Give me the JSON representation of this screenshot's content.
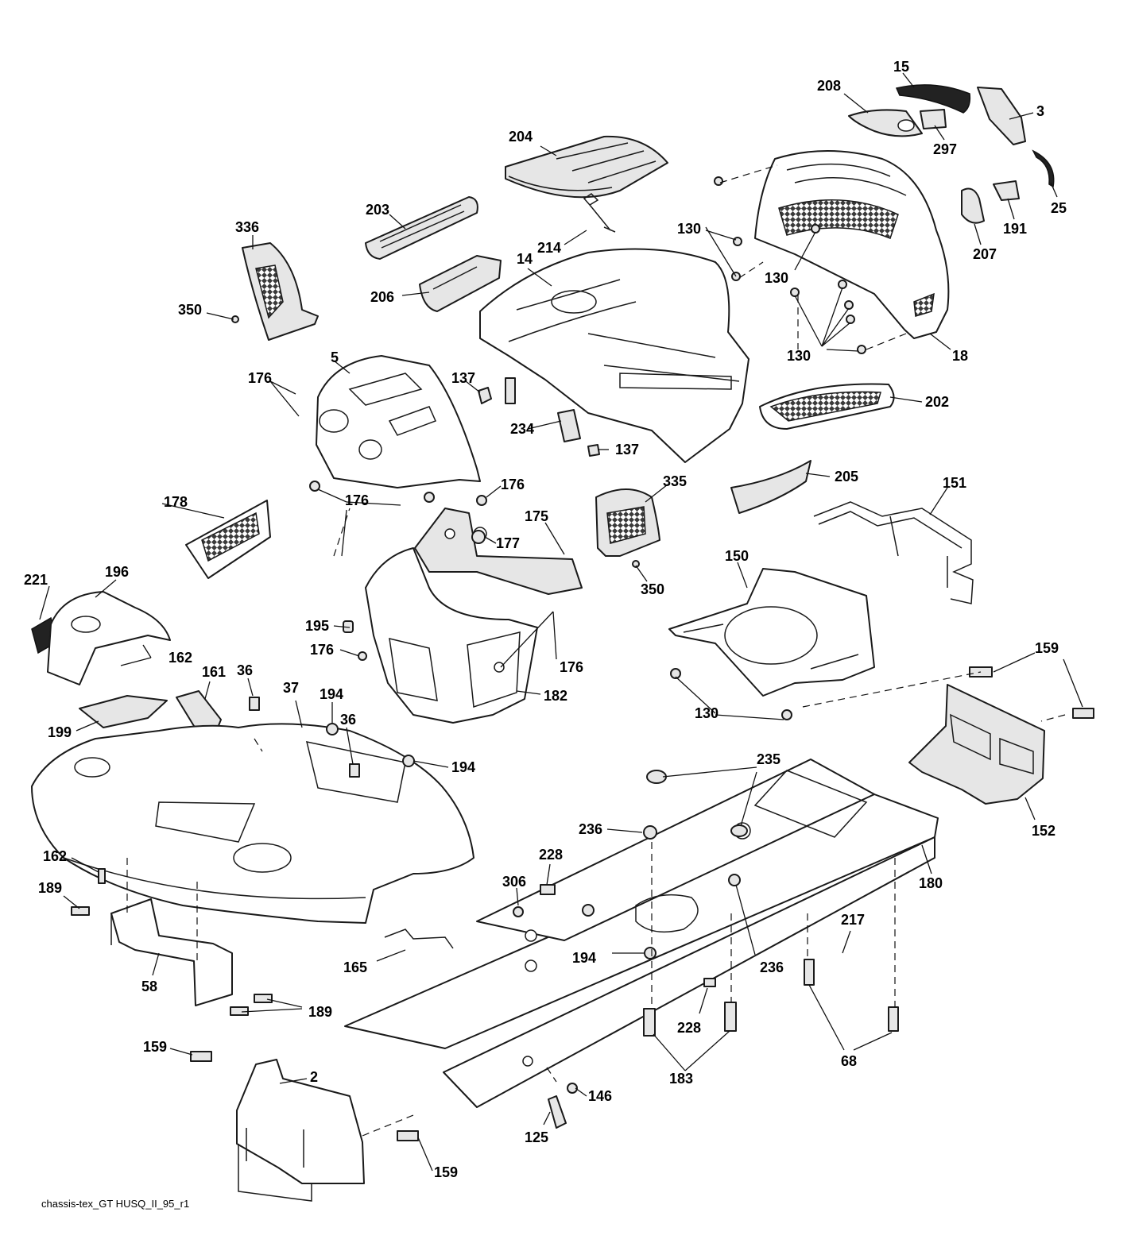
{
  "footer": {
    "code": "chassis-tex_GT HUSQ_II_95_r1"
  },
  "callouts": {
    "c15": "15",
    "c208": "208",
    "c3": "3",
    "c297": "297",
    "c25": "25",
    "c191": "191",
    "c207": "207",
    "c204": "204",
    "c203": "203",
    "c336": "336",
    "c350a": "350",
    "c214": "214",
    "c14": "14",
    "c206": "206",
    "c130a": "130",
    "c130b": "130",
    "c130c": "130",
    "c18": "18",
    "c5": "5",
    "c176a": "176",
    "c137a": "137",
    "c234": "234",
    "c137b": "137",
    "c202": "202",
    "c176b": "176",
    "c176c": "176",
    "c178": "178",
    "c175": "175",
    "c177": "177",
    "c335": "335",
    "c350b": "350",
    "c205": "205",
    "c151": "151",
    "c150": "150",
    "c221": "221",
    "c196": "196",
    "c195": "195",
    "c176d": "176",
    "c176e": "176",
    "c162a": "162",
    "c182": "182",
    "c36a": "36",
    "c37": "37",
    "c194a": "194",
    "c36b": "36",
    "c194b": "194",
    "c161": "161",
    "c199": "199",
    "c130d": "130",
    "c159a": "159",
    "c235": "235",
    "c152": "152",
    "c236a": "236",
    "c162b": "162",
    "c228a": "228",
    "c306": "306",
    "c180": "180",
    "c189a": "189",
    "c217": "217",
    "c194c": "194",
    "c236b": "236",
    "c165": "165",
    "c58": "58",
    "c189b": "189",
    "c228b": "228",
    "c183": "183",
    "c68": "68",
    "c159b": "159",
    "c2": "2",
    "c146": "146",
    "c125": "125",
    "c159c": "159"
  }
}
